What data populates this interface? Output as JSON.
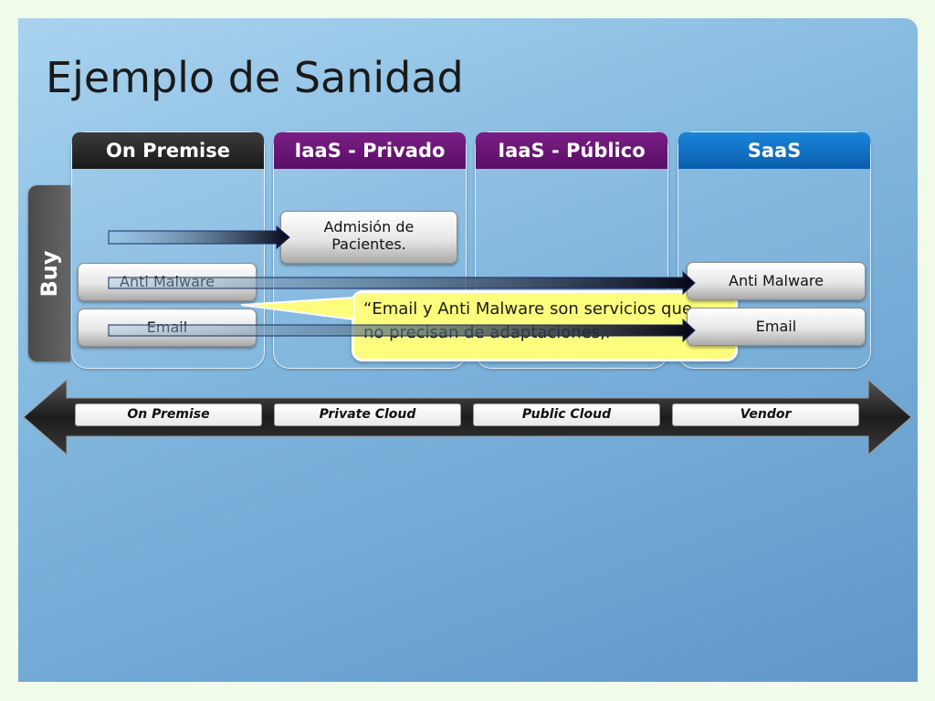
{
  "slide": {
    "title": "Ejemplo de Sanidad"
  },
  "columns": [
    {
      "header": "On Premise",
      "header_color": "#222222"
    },
    {
      "header": "IaaS - Privado",
      "header_color": "#6b1677"
    },
    {
      "header": "IaaS - Público",
      "header_color": "#6b1677"
    },
    {
      "header": "SaaS",
      "header_color": "#0f6fc3"
    }
  ],
  "buy_label": "Buy",
  "boxes": {
    "admision": {
      "line1": "Admisión de",
      "line2": "Pacientes."
    },
    "anti_malware_left": "Anti Malware",
    "email_left": "Email",
    "anti_malware_right": "Anti Malware",
    "email_right": "Email"
  },
  "callout": {
    "text": "“Email y Anti Malware son servicios que no precisan de adaptaciones,."
  },
  "axis": {
    "labels": [
      "On Premise",
      "Private Cloud",
      "Public Cloud",
      "Vendor"
    ]
  },
  "colors": {
    "callout_bg": "#fdfd7d",
    "arrow_fill": "#0a0a2a"
  }
}
